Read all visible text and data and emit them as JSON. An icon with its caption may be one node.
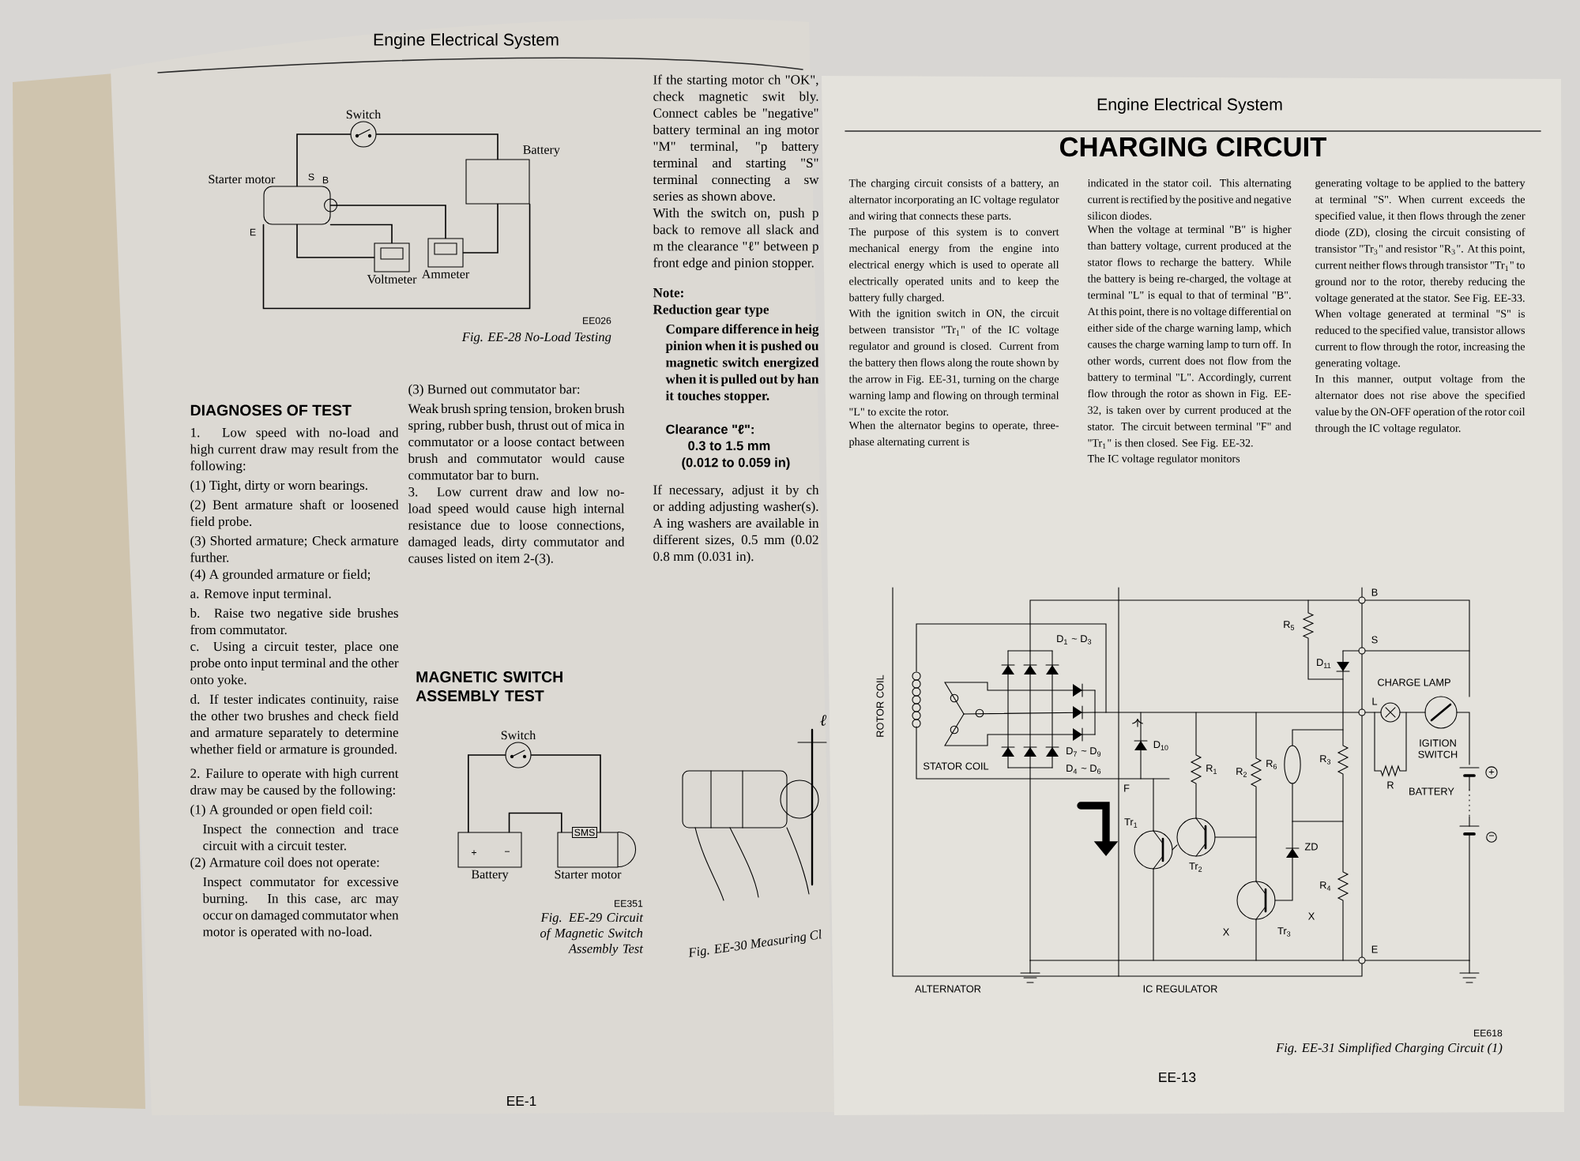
{
  "diagram": {
    "nodes": [
      {
        "text": [
          "Switch"
        ]
      },
      {
        "text": [
          "Battery"
        ]
      },
      {
        "text": [
          "Starter motor"
        ]
      },
      {
        "text": [
          "Voltmeter"
        ]
      },
      {
        "text": [
          "Ammeter"
        ]
      },
      {
        "text": [
          "Switch"
        ]
      },
      {
        "text": [
          "Battery"
        ]
      },
      {
        "text": [
          "Starter motor"
        ]
      }
    ],
    "edges": [
      {
        "from": 1,
        "to": 0,
        "arrow": "none"
      },
      {
        "from": 0,
        "to": 2,
        "arrow": "none"
      },
      {
        "from": 2,
        "to": 4,
        "arrow": "none"
      },
      {
        "from": 4,
        "to": 1,
        "arrow": "none"
      },
      {
        "from": 2,
        "to": 3,
        "arrow": "none"
      },
      {
        "from": 3,
        "to": 2,
        "arrow": "none"
      },
      {
        "from": 2,
        "to": 1,
        "arrow": "none"
      },
      {
        "from": 5,
        "to": 6,
        "arrow": "none"
      },
      {
        "from": 5,
        "to": 7,
        "arrow": "none"
      },
      {
        "from": 6,
        "to": 7,
        "arrow": "none"
      }
    ],
    "labels": [
      "Engine Electrical System",
      "S",
      "B",
      "E",
      "EE026",
      "Fig. EE-28 No-Load Testing",
      "DIAGNOSES OF TEST",
      "1. Low speed with no-load and high current draw may result from the following:",
      "(1) Tight, dirty or worn bearings.",
      "(2) Bent armature shaft or loosened field probe.",
      "(3) Shorted armature; Check armature further.",
      "(4) A grounded armature or field;",
      "a. Remove input terminal.",
      "b. Raise two negative side brushes from commutator.",
      "c. Using a circuit tester, place one probe onto input terminal and the other onto yoke.",
      "d. If tester indicates continuity, raise the other two brushes and check field and armature separately to determine whether field or armature is grounded.",
      "2. Failure to operate with high current draw may be caused by the following:",
      "(1) A grounded or open field coil:",
      "Inspect the connection and trace circuit with a circuit tester.",
      "(2) Armature coil does not operate:",
      "Inspect commutator for excessive burning. In this case, arc may occur on damaged commutator when motor is operated with no-load.",
      "(3) Burned out commutator bar:",
      "Weak brush spring tension, broken brush spring, rubber bush, thrust out of mica in commutator or a loose contact between brush and commutator would cause commutator bar to burn.",
      "3. Low current draw and low no-load speed would cause high internal resistance due to loose connections, damaged leads, dirty commutator and causes listed on item 2-(3).",
      "MAGNETIC SWITCH ASSEMBLY TEST",
      "+",
      "−",
      "SMS",
      "EE351",
      "Fig. EE-29 Circuit of Magnetic Switch Assembly Test",
      "If the starting motor ch \"OK\", check magnetic swit bly. Connect cables be \"negative\" battery terminal an ing motor \"M\" terminal, \"p battery terminal and starting \"S\" terminal connecting a sw series as shown above.",
      "With the switch on, push p back to remove all slack and m the clearance \"ℓ\" between p front edge and pinion stopper.",
      "Note:",
      "Reduction gear type",
      "Compare difference in heig pinion when it is pushed ou magnetic switch energized when it is pulled out by han it touches stopper.",
      "Clearance \"ℓ\":",
      "0.3 to 1.5 mm",
      "(0.012 to 0.059 in)",
      "If necessary, adjust it by ch or adding adjusting washer(s). A ing washers are available in different sizes, 0.5 mm (0.02 0.8 mm (0.031 in).",
      "ℓ",
      "Fig. EE-30 Measuring Cl",
      "EE-1",
      "Engine Electrical System",
      "CHARGING CIRCUIT",
      "The charging circuit consists of a battery, an alternator incorporating an IC voltage regulator and wiring that connects these parts.",
      "The purpose of this system is to convert mechanical energy from the engine into electrical energy which is used to operate all electrically operated units and to keep the battery fully charged.",
      "With the ignition switch in ON, the circuit between transistor \"Tr$_{1}$\" of the IC voltage regulator and ground is closed. Current from the battery then flows along the route shown by the arrow in Fig. EE-31, turning on the charge warning lamp and flowing on through terminal \"L\" to excite the rotor.",
      "When the alternator begins to operate, three-phase alternating current is",
      "indicated in the stator coil. This alternating current is rectified by the positive and negative silicon diodes.",
      "When the voltage at terminal \"B\" is higher than battery voltage, current produced at the stator flows to recharge the battery. While the battery is being re-charged, the voltage at terminal \"L\" is equal to that of terminal \"B\". At this point, there is no voltage differential on either side of the charge warning lamp, which causes the charge warning lamp to turn off. In other words, current does not flow from the battery to terminal \"L\". Accordingly, current flow through the rotor as shown in Fig. EE-32, is taken over by current produced at the stator. The circuit between terminal \"F\" and \"Tr$_{1}$\" is then closed. See Fig. EE-32.",
      "The IC voltage regulator monitors",
      "generating voltage to be applied to the battery at terminal \"S\". When current exceeds the specified value, it then flows through the zener diode (ZD), closing the circuit consisting of transistor \"Tr$_{3}$\" and resistor \"R$_{3}$\". At this point, current neither flows through transistor \"Tr$_{1}$\" to ground nor to the rotor, thereby reducing the voltage generated at the stator. See Fig. EE-33.",
      "When voltage generated at terminal \"S\" is reduced to the specified value, transistor allows current to flow through the rotor, increasing the generating voltage.",
      "In this manner, output voltage from the alternator does not rise above the specified value by the ON-OFF operation of the rotor coil through the IC voltage regulator.",
      "ROTOR COIL",
      "D$_{1}$ ~ D$_{3}$",
      "STATOR COIL",
      "D$_{7}$ ~ D$_{9}$",
      "D$_{4}$ ~ D$_{6}$",
      "F",
      "D$_{10}$",
      "R$_{1}$",
      "R$_{2}$",
      "Tr$_{1}$",
      "Tr$_{2}$",
      "Tr$_{3}$",
      "X",
      "X",
      "R$_{5}$",
      "D$_{11}$",
      "R$_{6}$",
      "R$_{3}$",
      "ZD",
      "R$_{4}$",
      "B",
      "S",
      "L",
      "E",
      "CHARGE LAMP",
      "IGITION SWITCH",
      "R",
      "BATTERY",
      "+",
      "−",
      "ALTERNATOR",
      "IC REGULATOR",
      "EE618",
      "Fig. EE-31 Simplified Charging Circuit (1)",
      "EE-13"
    ]
  }
}
